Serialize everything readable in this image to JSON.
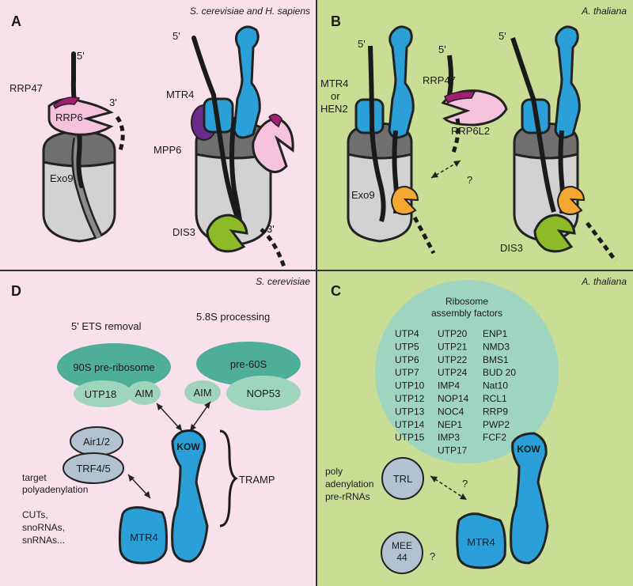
{
  "panels": {
    "a": {
      "letter": "A",
      "species": "S. cerevisiae and H. sapiens"
    },
    "b": {
      "letter": "B",
      "species": "A. thaliana"
    },
    "c": {
      "letter": "C",
      "species": "A. thaliana"
    },
    "d": {
      "letter": "D",
      "species": "S. cerevisiae"
    }
  },
  "labels": {
    "five_prime": "5'",
    "three_prime": "3'",
    "rrp47": "RRP47",
    "rrp6": "RRP6",
    "exo9": "Exo9",
    "mtr4": "MTR4",
    "mpp6": "MPP6",
    "dis3": "DIS3",
    "mtr4_or": "MTR4",
    "or": "or",
    "hen2": "HEN2",
    "rrp6l2": "RRP6L2",
    "question": "?",
    "ets_removal": "5' ETS removal",
    "s58_processing": "5.8S processing",
    "pre90s": "90S pre-ribosome",
    "pre60s": "pre-60S",
    "utp18": "UTP18",
    "aim": "AIM",
    "nop53": "NOP53",
    "kow": "KOW",
    "air12": "Air1/2",
    "trf45": "TRF4/5",
    "tramp": "TRAMP",
    "target1": "target",
    "target2": "polyadenylation",
    "cuts1": "CUTs,",
    "cuts2": "snoRNAs,",
    "cuts3": "snRNAs...",
    "rib1": "Ribosome",
    "rib2": "assembly factors",
    "trl": "TRL",
    "poly1": "poly",
    "poly2": "adenylation",
    "poly3": "pre-rRNAs",
    "mee1": "MEE",
    "mee2": "44"
  },
  "ribosome_factors": {
    "col1": [
      "UTP4",
      "UTP5",
      "UTP6",
      "UTP7",
      "UTP10",
      "UTP12",
      "UTP13",
      "UTP14",
      "UTP15"
    ],
    "col2": [
      "UTP20",
      "UTP21",
      "UTP22",
      "UTP24",
      "IMP4",
      "NOP14",
      "NOC4",
      "NEP1",
      "IMP3",
      "UTP17"
    ],
    "col3": [
      "ENP1",
      "NMD3",
      "BMS1",
      "BUD 20",
      "Nat10",
      "RCL1",
      "RRP9",
      "PWP2",
      "FCF2"
    ]
  },
  "colors": {
    "pink_bg": "#f9e1ec",
    "green_bg": "#c9dd95",
    "blue": "#2a9fd8",
    "teal_dark": "#4fae97",
    "teal_light": "#9fd4bd",
    "teal_circle": "#9fd4c0",
    "gray_light": "#d2d2d2",
    "gray_dark": "#6f6f6f",
    "lime": "#8dbb28",
    "orange": "#f4a831",
    "pink_protein": "#f6c3dc",
    "magenta": "#a21e74",
    "purple": "#6b2b8c",
    "slate": "#b2c2d0"
  }
}
